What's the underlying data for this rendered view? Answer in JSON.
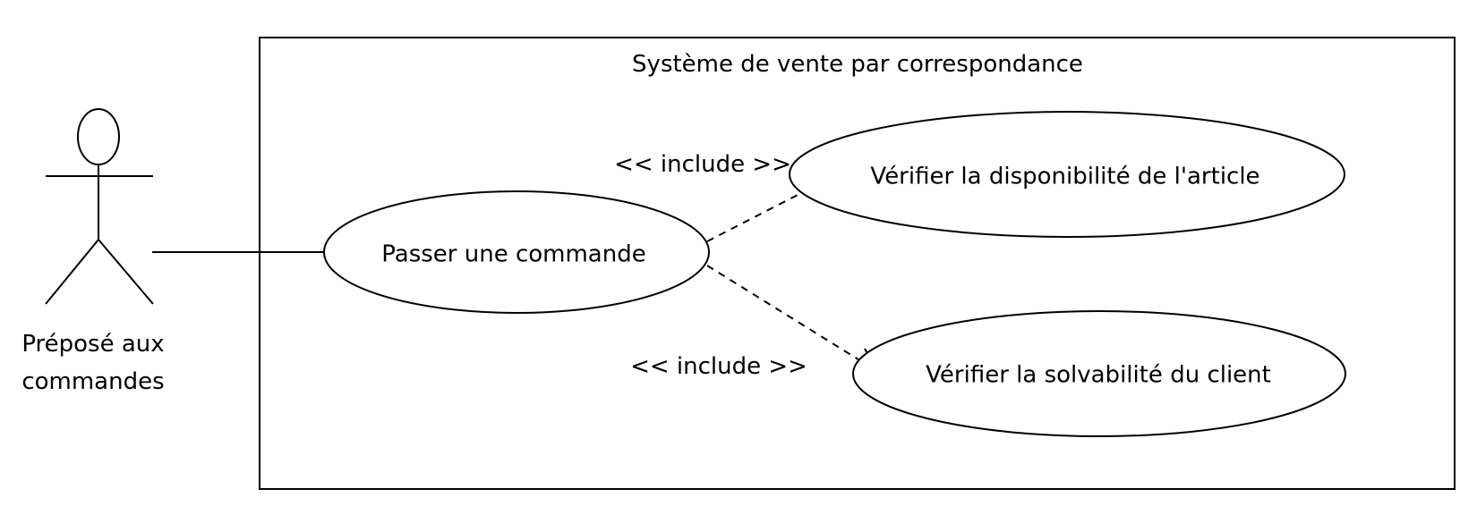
{
  "system": {
    "title": "Système de vente par correspondance"
  },
  "actor": {
    "label_line1": "Préposé aux",
    "label_line2": "commandes"
  },
  "use_cases": {
    "passer_commande": "Passer une commande",
    "verifier_disponibilite": "Vérifier la disponibilité de l'article",
    "verifier_solvabilite": "Vérifier la solvabilité du client"
  },
  "relations": {
    "include_top": "<< include >>",
    "include_bottom": "<< include >>"
  }
}
